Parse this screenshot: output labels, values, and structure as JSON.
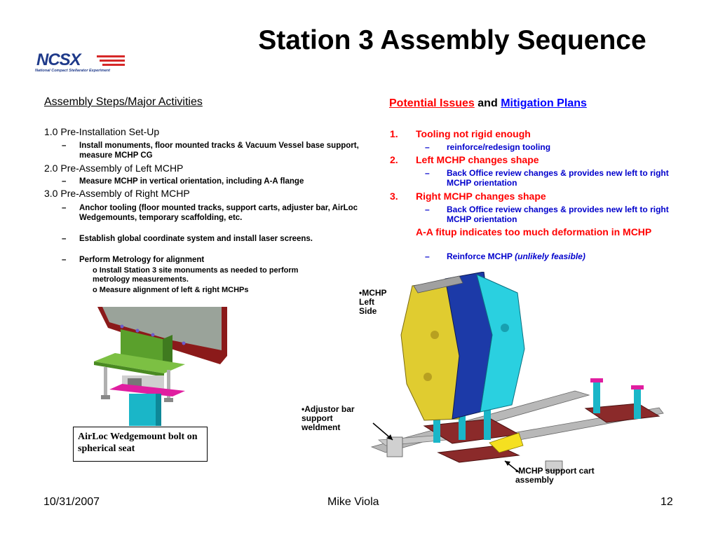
{
  "header": {
    "title": "Station 3 Assembly Sequence",
    "logo_text": "NCSX",
    "logo_subtitle": "National Compact Stellarator Experiment"
  },
  "left": {
    "heading": "Assembly Steps/Major Activities",
    "sections": [
      {
        "title": "1.0 Pre-Installation Set-Up",
        "items": [
          "Install monuments, floor mounted tracks & Vacuum Vessel base support, measure MCHP CG"
        ]
      },
      {
        "title": "2.0 Pre-Assembly of Left MCHP",
        "items": [
          "Measure MCHP in vertical orientation, including A-A flange"
        ]
      },
      {
        "title": "3.0 Pre-Assembly of Right MCHP",
        "items": [
          "Anchor tooling (floor mounted tracks, support carts, adjuster bar, AirLoc Wedgemounts, temporary scaffolding, etc.",
          "Establish global coordinate system and install laser screens.",
          "Perform Metrology for alignment"
        ],
        "subitems": [
          "o Install Station 3 site monuments as needed to perform metrology measurements.",
          "o Measure alignment of left & right MCHPs"
        ]
      }
    ],
    "dash": "–"
  },
  "right": {
    "heading_part1": "Potential Issues",
    "heading_and": "and",
    "heading_part2": "Mitigation Plans",
    "issues": [
      {
        "num": "1.",
        "text": "Tooling not rigid enough",
        "mitigation": "reinforce/redesign tooling"
      },
      {
        "num": "2.",
        "text": "Left MCHP changes shape",
        "mitigation": "Back Office review changes & provides new left to right MCHP orientation"
      },
      {
        "num": "3.",
        "text": "Right MCHP changes shape",
        "mitigation": "Back Office review changes & provides new left to right MCHP orientation"
      },
      {
        "num": "",
        "text": "A-A fitup indicates too much deformation in MCHP",
        "mitigation": "Reinforce MCHP",
        "mitigation_italic": "(unlikely feasible)"
      }
    ]
  },
  "callouts": {
    "left_side": "•MCHP Left Side",
    "adjustor": "•Adjustor bar support weldment",
    "support_cart": "•MCHP support cart assembly",
    "caption": "AirLoc Wedgemount bolt on spherical seat"
  },
  "footer": {
    "date": "10/31/2007",
    "author": "Mike Viola",
    "page": "12"
  },
  "colors": {
    "issue_red": "#ff0000",
    "mitigation_blue": "#0000cc",
    "logo_blue": "#1f3a8a"
  }
}
